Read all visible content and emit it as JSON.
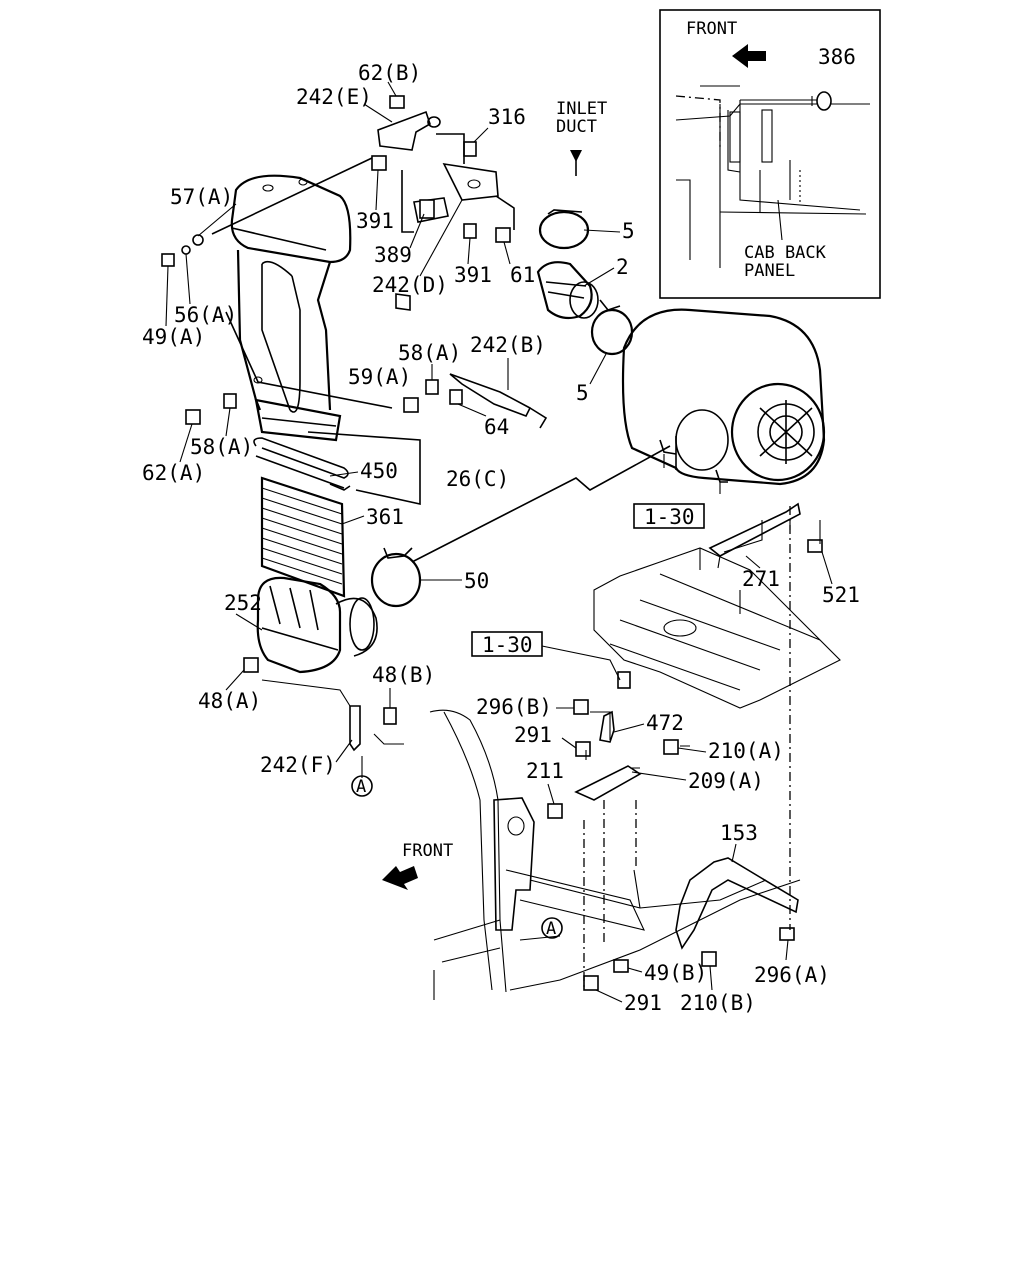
{
  "inset": {
    "front_label": "FRONT",
    "part_label": "386",
    "panel_label_line1": "CAB BACK",
    "panel_label_line2": "PANEL"
  },
  "main": {
    "front_label": "FRONT",
    "inlet_line1": "INLET",
    "inlet_line2": "DUCT",
    "ref_box_1": "1-30",
    "ref_box_2": "1-30",
    "circle_a_1": "A",
    "circle_a_2": "A"
  },
  "callouts": {
    "c62b": "62(B)",
    "c242e": "242(E)",
    "c316": "316",
    "c57a": "57(A)",
    "c391a": "391",
    "c389": "389",
    "c242d": "242(D)",
    "c391b": "391",
    "c61": "61",
    "c5a": "5",
    "c2": "2",
    "c5b": "5",
    "c56a": "56(A)",
    "c49a": "49(A)",
    "c58a_1": "58(A)",
    "c242b": "242(B)",
    "c59a": "59(A)",
    "c64": "64",
    "c62a": "62(A)",
    "c58a_2": "58(A)",
    "c450": "450",
    "c26c": "26(C)",
    "c361": "361",
    "c50": "50",
    "c271": "271",
    "c521": "521",
    "c252": "252",
    "c48b": "48(B)",
    "c48a": "48(A)",
    "c242f": "242(F)",
    "c296b": "296(B)",
    "c472": "472",
    "c291a": "291",
    "c210a": "210(A)",
    "c211": "211",
    "c209a": "209(A)",
    "c153": "153",
    "c49b": "49(B)",
    "c296a": "296(A)",
    "c291b": "291",
    "c210b": "210(B)"
  }
}
